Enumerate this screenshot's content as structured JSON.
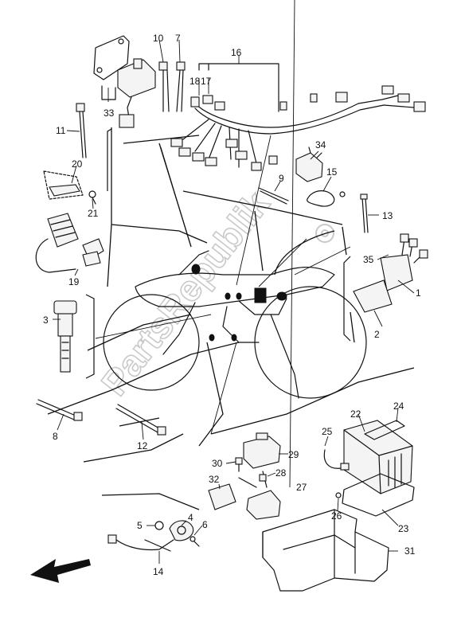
{
  "diagram": {
    "watermark": "PartsRepublik",
    "part_numbers": [
      "1",
      "2",
      "3",
      "4",
      "5",
      "6",
      "7",
      "8",
      "9",
      "10",
      "11",
      "12",
      "13",
      "14",
      "15",
      "16",
      "17",
      "18",
      "19",
      "20",
      "21",
      "22",
      "23",
      "24",
      "25",
      "26",
      "27",
      "28",
      "29",
      "30",
      "31",
      "32",
      "33",
      "34",
      "35"
    ],
    "front_arrow": "direction-arrow-icon"
  }
}
